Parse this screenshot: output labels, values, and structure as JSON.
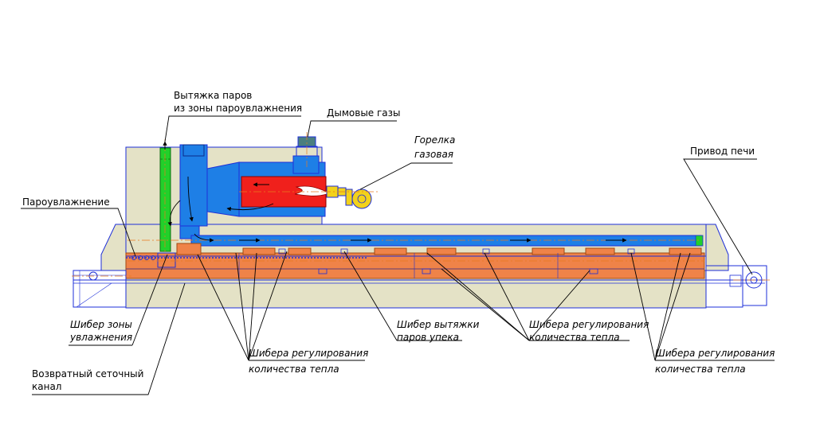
{
  "colors": {
    "housing": "#e4e2c6",
    "steam_pipe": "#22d02a",
    "gas_duct": "#1e7fe6",
    "firebox": "#f0201c",
    "heat_channel": "#ef8348",
    "burner": "#f3d21a",
    "chimney": "#4b7f7f",
    "outline": "#1e2fd8",
    "centerline": "#e87a1e"
  },
  "labels": {
    "steam_exhaust_line1": "Вытяжка паров",
    "steam_exhaust_line2": "из зоны пароувлажнения",
    "flue_gases": "Дымовые газы",
    "burner_line1": "Горелка",
    "burner_line2": "газовая",
    "oven_drive": "Привод печи",
    "steam_humidification": "Пароувлажнение",
    "humid_damper_line1": "Шибер зоны",
    "humid_damper_line2": "увлажнения",
    "return_channel_line1": "Возвратный сеточный",
    "return_channel_line2": "канал",
    "heat_dampers_left_line1": "Шибера регулирования",
    "heat_dampers_left_line2": "количества тепла",
    "bake_vapor_damper_line1": "Шибер вытяжки",
    "bake_vapor_damper_line2": "паров упека",
    "heat_dampers_mid_line1": "Шибера регулирования",
    "heat_dampers_mid_line2": "количества тепла",
    "heat_dampers_right_line1": "Шибера регулирования",
    "heat_dampers_right_line2": "количества тепла"
  }
}
